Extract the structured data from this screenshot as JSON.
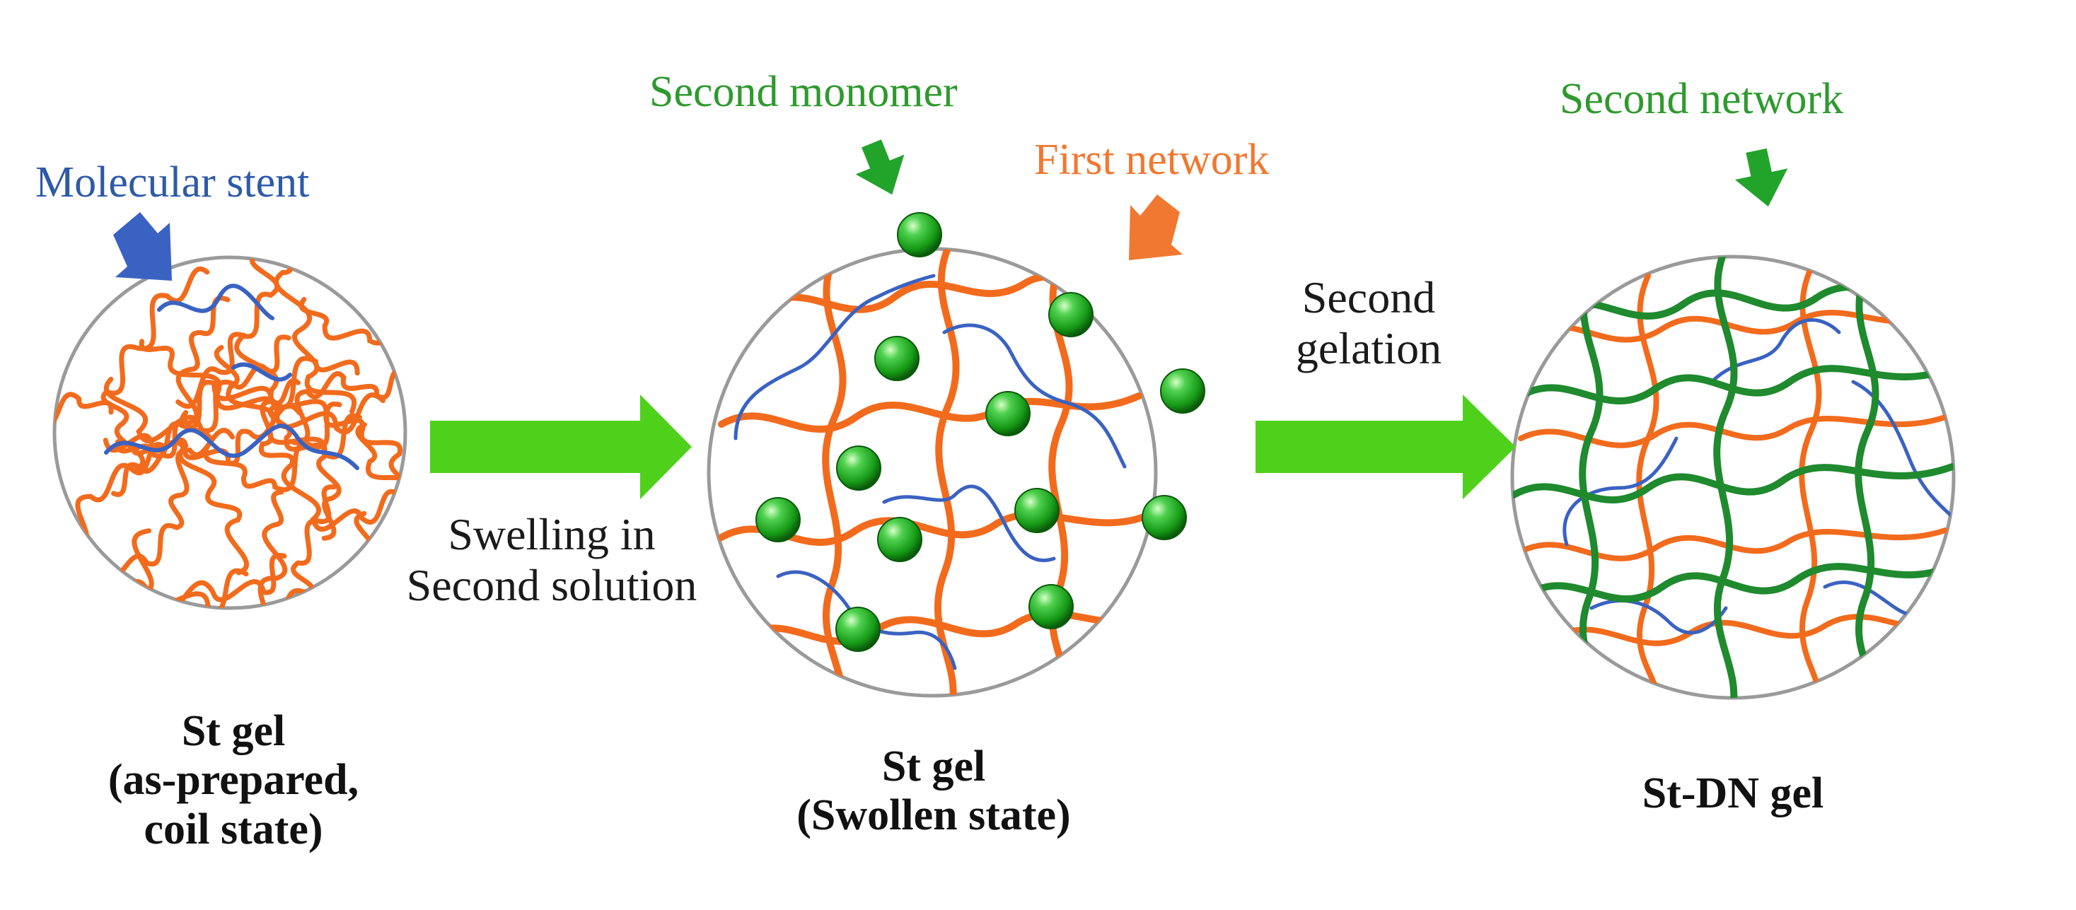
{
  "labels": {
    "molecular_stent": "Molecular stent",
    "second_monomer": "Second monomer",
    "first_network": "First network",
    "second_network": "Second network",
    "swelling_line1": "Swelling in",
    "swelling_line2": "Second solution",
    "gelation_line1": "Second",
    "gelation_line2": "gelation",
    "cap1_line1": "St gel",
    "cap1_line2": "(as-prepared,",
    "cap1_line3": "coil state)",
    "cap2_line1": "St gel",
    "cap2_line2": "(Swollen state)",
    "cap3": "St-DN gel"
  },
  "colors": {
    "first_network": "#f26b1d",
    "molecular_stent": "#3a62c2",
    "second_network": "#1f8a2e",
    "second_monomer": "#1aa31a",
    "process_arrow": "#4fd11b",
    "stent_label": "#2e5aa8",
    "monomer_label": "#2e9a2e",
    "first_label": "#f07830",
    "network_label": "#2e9a2e",
    "circle_outline": "#9a9a9a"
  },
  "icons": {
    "process_arrows": "block-arrow-right",
    "pointer_arrows": "block-arrow-down",
    "monomer": "sphere"
  }
}
